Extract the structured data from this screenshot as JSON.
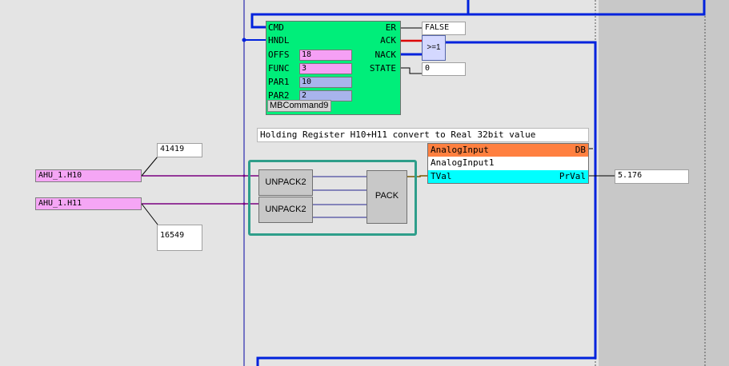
{
  "mb_block": {
    "name": "MBCommand9",
    "inputs": [
      {
        "pin": "CMD",
        "value": null
      },
      {
        "pin": "HNDL",
        "value": null
      },
      {
        "pin": "OFFS",
        "value": "18"
      },
      {
        "pin": "FUNC",
        "value": "3"
      },
      {
        "pin": "PAR1",
        "value": "10"
      },
      {
        "pin": "PAR2",
        "value": "2"
      }
    ],
    "outputs": [
      "ER",
      "ACK",
      "NACK",
      "STATE"
    ]
  },
  "er_value": "FALSE",
  "state_value": "0",
  "or_block_label": ">=1",
  "comment": "Holding Register H10+H11 convert to Real 32bit value",
  "var_h10": "AHU_1.H10",
  "var_h11": "AHU_1.H11",
  "val_h10": "41419",
  "val_h11": "16549",
  "unpack_label": "UNPACK2",
  "pack_label": "PACK",
  "analog_block": {
    "type": "AnalogInput",
    "db_pin": "DB",
    "instance": "AnalogInput1",
    "in_pin": "TVal",
    "out_pin": "PrVal"
  },
  "prval_value": "5.176",
  "colors": {
    "mb_block": "#00ee7a",
    "wire_blue": "#0022dd",
    "wire_purple": "#7a0080",
    "ack_red": "#dd0000",
    "selection": "#2e9e8a",
    "analog_header": "#ff8040",
    "analog_input_row": "#00ffff"
  }
}
